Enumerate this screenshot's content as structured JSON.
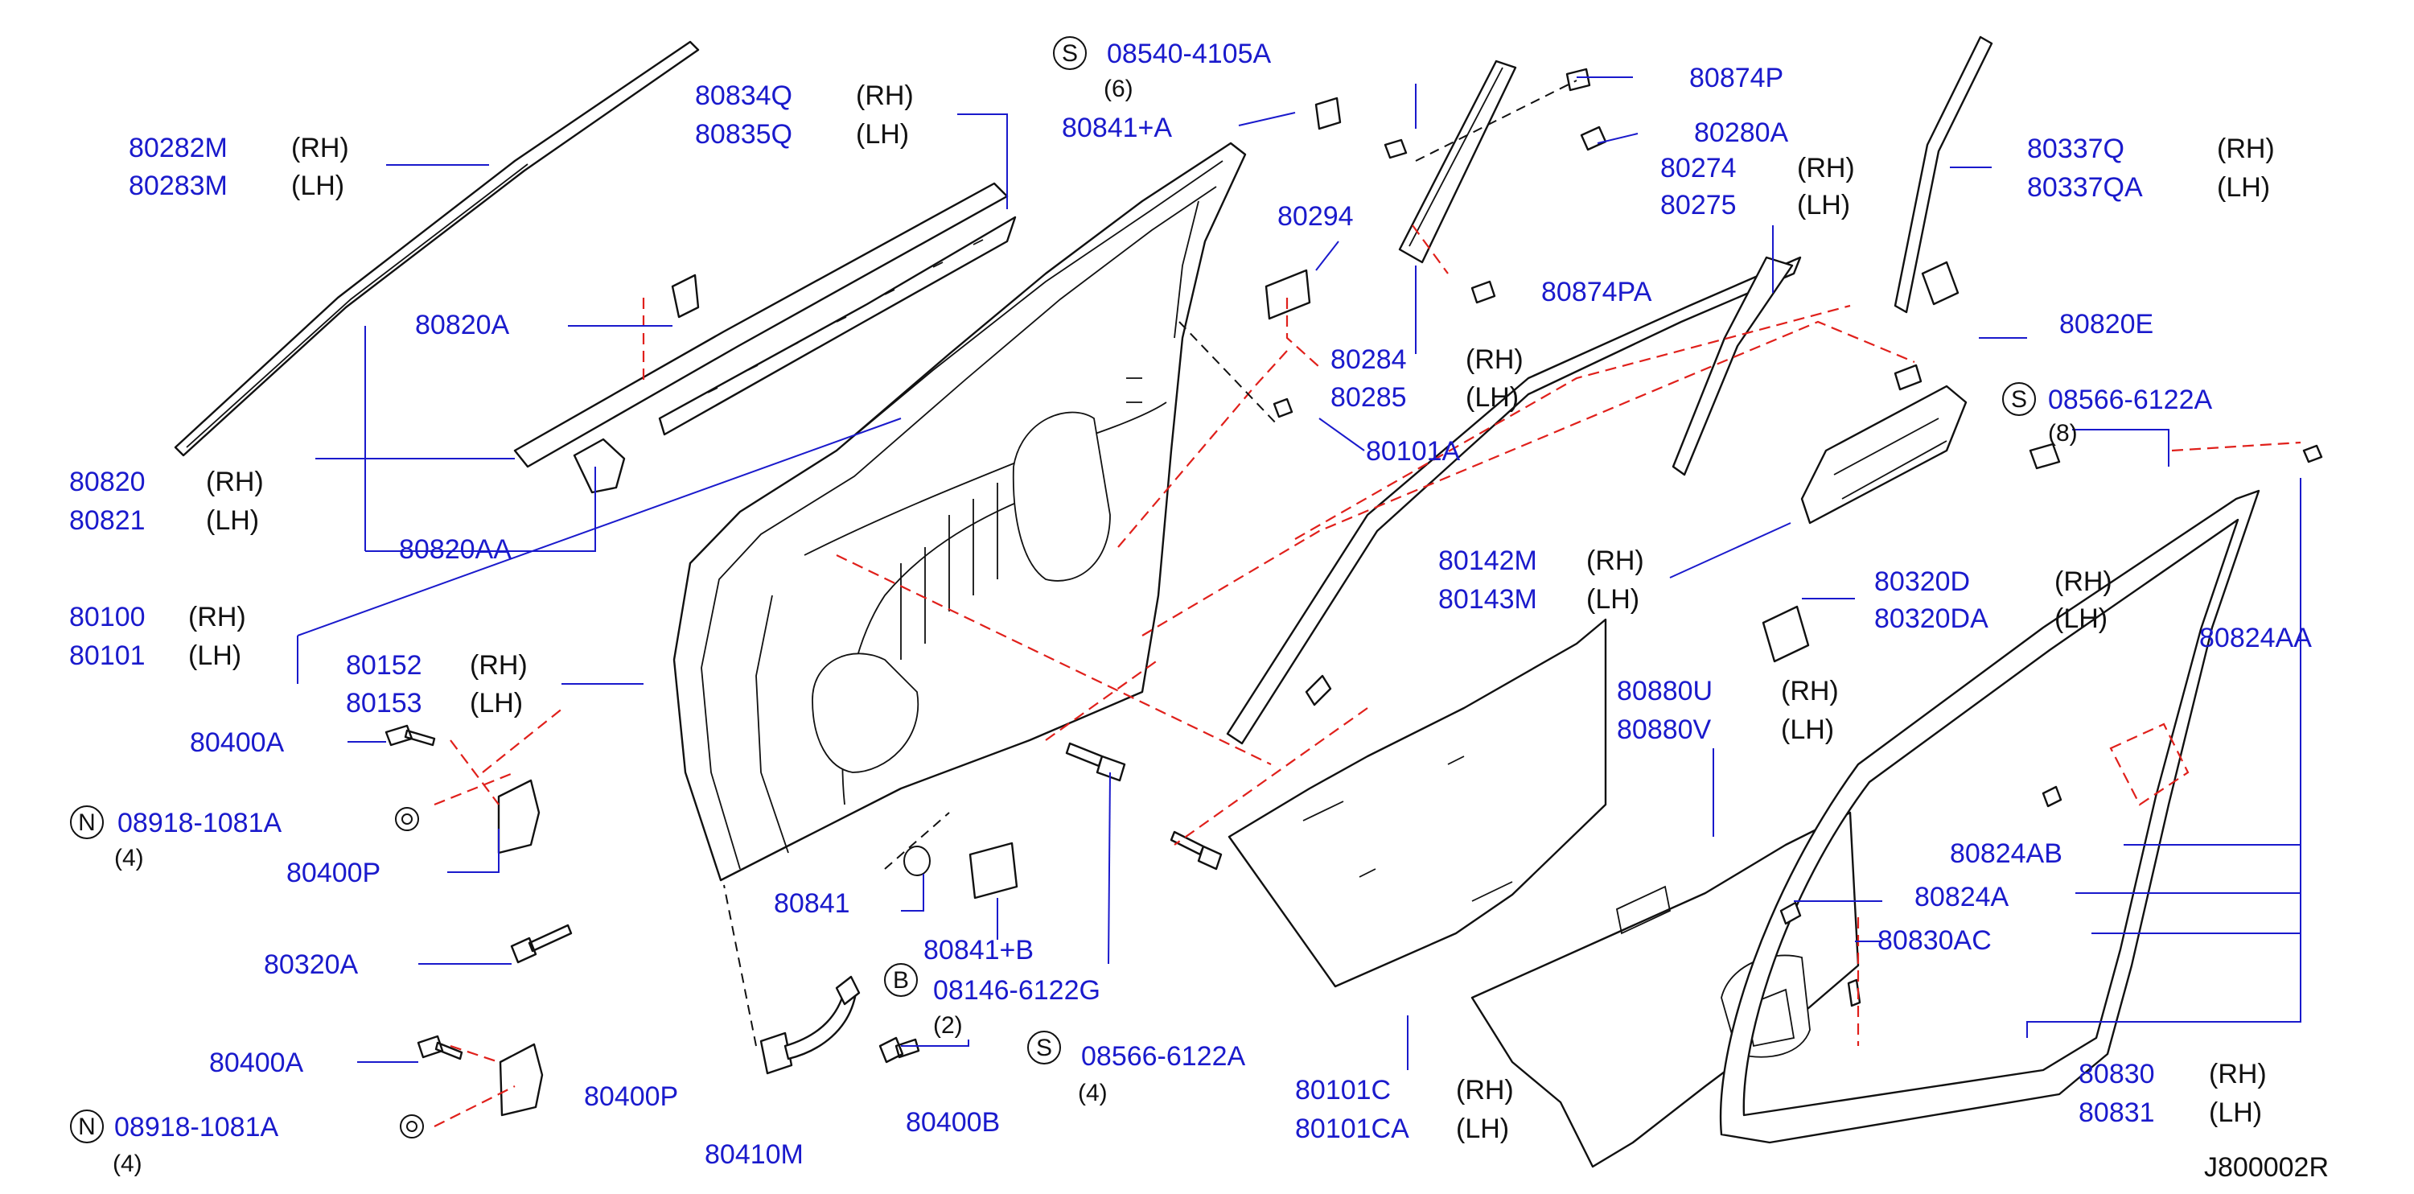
{
  "diagram_code": "J800002R",
  "side_labels": {
    "rh": "(RH)",
    "lh": "(LH)"
  },
  "prefixes": {
    "s": "S",
    "n": "N",
    "b": "B"
  },
  "parts": {
    "p80282M": "80282M",
    "p80283M": "80283M",
    "p80834Q": "80834Q",
    "p80835Q": "80835Q",
    "p80820A": "80820A",
    "p80820": "80820",
    "p80821": "80821",
    "p80820AA": "80820AA",
    "p80100": "80100",
    "p80101": "80101",
    "p80152": "80152",
    "p80153": "80153",
    "p80400A_1": "80400A",
    "p08918_1": "08918-1081A",
    "q08918_1": "(4)",
    "p80400P_1": "80400P",
    "p80320A": "80320A",
    "p80400A_2": "80400A",
    "p08918_2": "08918-1081A",
    "q08918_2": "(4)",
    "p80400P_2": "80400P",
    "p80410M": "80410M",
    "p80400B": "80400B",
    "p80841": "80841",
    "p80841B": "80841+B",
    "p08146": "08146-6122G",
    "q08146": "(2)",
    "p08566_1": "08566-6122A",
    "q08566_1": "(4)",
    "p08540": "08540-4105A",
    "q08540": "(6)",
    "p80841A": "80841+A",
    "p80294": "80294",
    "p80101A": "80101A",
    "p80284": "80284",
    "p80285": "80285",
    "p80874P": "80874P",
    "p80280A": "80280A",
    "p80274": "80274",
    "p80275": "80275",
    "p80874PA": "80874PA",
    "p80337Q": "80337Q",
    "p80337QA": "80337QA",
    "p80820E": "80820E",
    "p08566_2": "08566-6122A",
    "q08566_2": "(8)",
    "p80142M": "80142M",
    "p80143M": "80143M",
    "p80320D": "80320D",
    "p80320DA": "80320DA",
    "p80880U": "80880U",
    "p80880V": "80880V",
    "p80824AA": "80824AA",
    "p80824AB": "80824AB",
    "p80824A": "80824A",
    "p80830AC": "80830AC",
    "p80830": "80830",
    "p80831": "80831",
    "p80101C": "80101C",
    "p80101CA": "80101CA"
  },
  "colors": {
    "label": "#1a1acc",
    "callout_dash": "#e0201b",
    "line": "#111111",
    "background": "#ffffff"
  }
}
